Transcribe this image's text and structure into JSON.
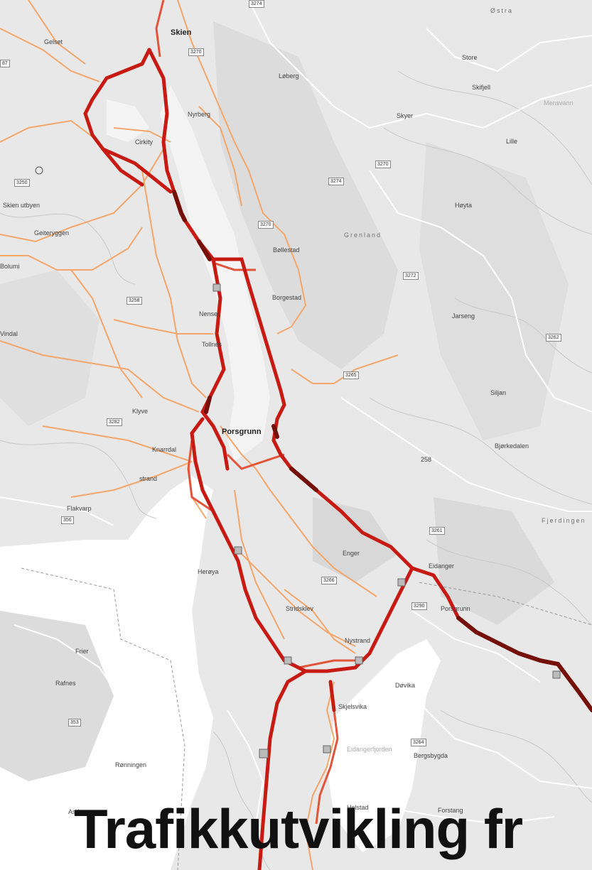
{
  "title": "Trafikkutvikling fr",
  "places": [
    {
      "id": "skien",
      "text": "Skien",
      "big": true
    },
    {
      "id": "gelset",
      "text": "Gelset"
    },
    {
      "id": "loberg",
      "text": "Løberg"
    },
    {
      "id": "store",
      "text": "Store"
    },
    {
      "id": "skifjell",
      "text": "Skifjell"
    },
    {
      "id": "mensvann",
      "text": "Mensvann"
    },
    {
      "id": "ostra",
      "text": "Østra"
    },
    {
      "id": "nyrberg",
      "text": "Nyrberg"
    },
    {
      "id": "skyer",
      "text": "Skyer"
    },
    {
      "id": "lille",
      "text": "Lille"
    },
    {
      "id": "clvcity",
      "text": "Cirkity"
    },
    {
      "id": "skienutbe",
      "text": "Skien utbyen"
    },
    {
      "id": "geiteryggen",
      "text": "Geiteryggen"
    },
    {
      "id": "hoyta",
      "text": "Høyta"
    },
    {
      "id": "grenland",
      "text": "Grenland",
      "spaced": true
    },
    {
      "id": "bollestad",
      "text": "Bøllestad"
    },
    {
      "id": "bolumi",
      "text": "Bolumi"
    },
    {
      "id": "borgestad",
      "text": "Borgestad"
    },
    {
      "id": "jarseng",
      "text": "Jarseng"
    },
    {
      "id": "nenset",
      "text": "Nenset"
    },
    {
      "id": "tollnes",
      "text": "Tollnes"
    },
    {
      "id": "vindal",
      "text": "Vindal"
    },
    {
      "id": "siljan",
      "text": "Siljan"
    },
    {
      "id": "klyve",
      "text": "Klyve"
    },
    {
      "id": "porsgrunn",
      "text": "Porsgrunn",
      "big": true
    },
    {
      "id": "bjorkedalen",
      "text": "Bjørkedalen"
    },
    {
      "id": "knarrdal",
      "text": "Knarrdal"
    },
    {
      "id": "strand",
      "text": "strand"
    },
    {
      "id": "fjerdingen",
      "text": "Fjerdingen",
      "spaced": true
    },
    {
      "id": "flakvarp",
      "text": "Flakvarp"
    },
    {
      "id": "engene",
      "text": "Enger"
    },
    {
      "id": "eidanger",
      "text": "Eidanger"
    },
    {
      "id": "heroya",
      "text": "Herøya"
    },
    {
      "id": "porsgrunn2",
      "text": "Porsgrunn"
    },
    {
      "id": "stridsklev",
      "text": "Stridsklev"
    },
    {
      "id": "nystrand",
      "text": "Nystrand"
    },
    {
      "id": "frier",
      "text": "Frier"
    },
    {
      "id": "rafnes",
      "text": "Rafnes"
    },
    {
      "id": "dovika",
      "text": "Døvika"
    },
    {
      "id": "skjelsvika",
      "text": "Skjelsvika"
    },
    {
      "id": "eidangerfjorden",
      "text": "Eidangerfjorden"
    },
    {
      "id": "bergsbygda",
      "text": "Bergsbygda"
    },
    {
      "id": "ronningen",
      "text": "Rønningen"
    },
    {
      "id": "asda",
      "text": "Asda"
    },
    {
      "id": "helstad",
      "text": "Helstad"
    },
    {
      "id": "forstang",
      "text": "Forstang"
    },
    {
      "id": "h258",
      "text": "258"
    }
  ],
  "shields": [
    "3274",
    "3270",
    "3250",
    "3274",
    "3270",
    "3270",
    "3272",
    "3262",
    "3258",
    "3265",
    "3282",
    "3261",
    "3266",
    "3290",
    "3264",
    "353",
    "356",
    "87"
  ],
  "legend_colors": {
    "low": "#f4a66a",
    "mid": "#d94a2a",
    "high": "#c01812",
    "very_high": "#6e0a08"
  }
}
